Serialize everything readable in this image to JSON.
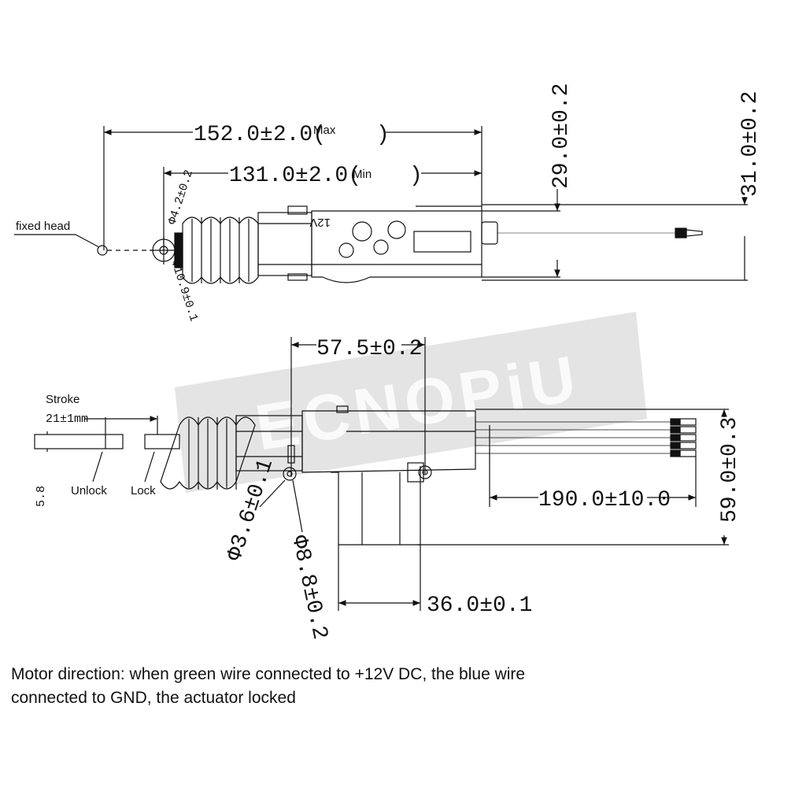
{
  "top_view": {
    "dim_max": "152.0±2.0(",
    "dim_max_word": "Max",
    "dim_min": "131.0±2.0(",
    "dim_min_word": "Min",
    "dim_height_inner": "29.0±0.2",
    "dim_height_outer": "31.0±0.2",
    "dim_pin_small": "Φ4.2±0.2",
    "dim_pin_large": "Φ10.9±0.1",
    "label_fixed_head": "fixed head",
    "body_marking": "12V"
  },
  "side_view": {
    "dim_mount_spacing": "57.5±0.2",
    "dim_wire_length": "190.0±10.0",
    "dim_total_height": "59.0±0.3",
    "dim_base_width": "36.0±0.1",
    "dim_hole_small": "Φ3.6±0.1",
    "dim_hole_large": "Φ8.8±0.2",
    "label_stroke": "Stroke",
    "dim_stroke": "21±1mm",
    "dim_rod": "5.8",
    "label_unlock": "Unlock",
    "label_lock": "Lock"
  },
  "watermark": "ECNOPiU",
  "note": {
    "line1": "Motor direction: when green wire connected to +12V DC, the blue wire",
    "line2": "connected to GND, the actuator locked"
  },
  "colors": {
    "line": "#111111",
    "watermark": "#c8c8c8"
  }
}
